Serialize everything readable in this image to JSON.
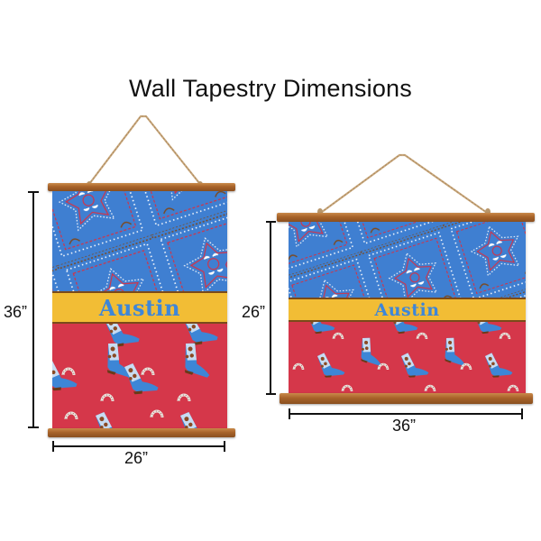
{
  "title": "Wall Tapestry Dimensions",
  "colors": {
    "bandana_blue": "#3f7fd1",
    "band_yellow": "#f2bd35",
    "bottom_red": "#d5374a",
    "name_blue": "#3e86d8",
    "wood": "#a8632a",
    "rope": "#c8a77c"
  },
  "tapestries": [
    {
      "orientation": "portrait",
      "personalized_name": "Austin",
      "height_label": "36”",
      "width_label": "26”"
    },
    {
      "orientation": "landscape",
      "personalized_name": "Austin",
      "height_label": "26”",
      "width_label": "36”"
    }
  ]
}
